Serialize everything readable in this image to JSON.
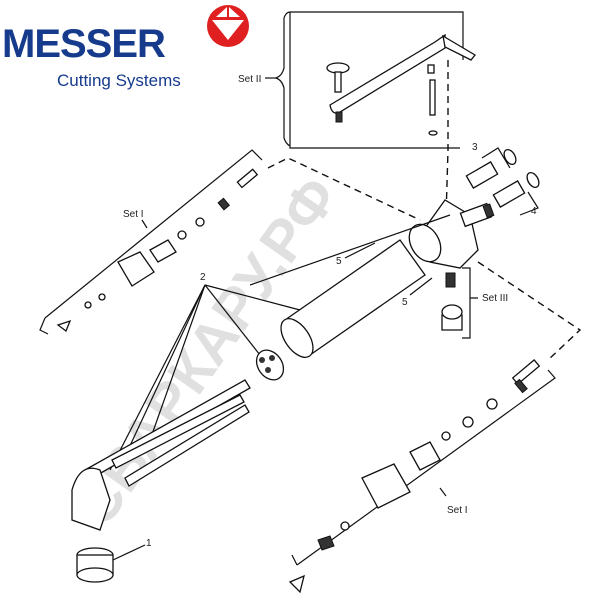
{
  "logo": {
    "brand": "MESSER",
    "tagline": "Cutting Systems",
    "brand_color": "#163a8c",
    "emblem_color": "#e02020"
  },
  "watermark": "СВАРКАРУ.РФ",
  "labels": {
    "set_ii": "Set II",
    "set_i_top": "Set I",
    "set_i_bottom": "Set I",
    "set_iii": "Set III",
    "part_1": "1",
    "part_2": "2",
    "part_3": "3",
    "part_4": "4",
    "part_5a": "5",
    "part_5b": "5"
  }
}
